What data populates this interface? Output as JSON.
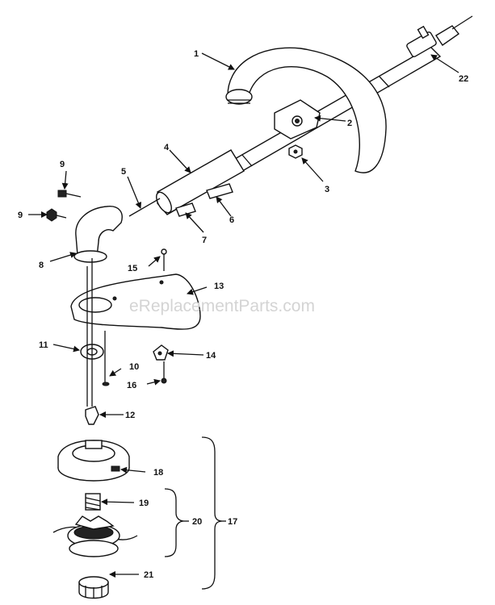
{
  "watermark": "eReplacementParts.com",
  "callouts": [
    {
      "id": "p1",
      "text": "1"
    },
    {
      "id": "p2",
      "text": "2"
    },
    {
      "id": "p3",
      "text": "3"
    },
    {
      "id": "p4",
      "text": "4"
    },
    {
      "id": "p5",
      "text": "5"
    },
    {
      "id": "p6",
      "text": "6"
    },
    {
      "id": "p7",
      "text": "7"
    },
    {
      "id": "p8",
      "text": "8"
    },
    {
      "id": "p9a",
      "text": "9"
    },
    {
      "id": "p9b",
      "text": "9"
    },
    {
      "id": "p10",
      "text": "10"
    },
    {
      "id": "p11",
      "text": "11"
    },
    {
      "id": "p12",
      "text": "12"
    },
    {
      "id": "p13",
      "text": "13"
    },
    {
      "id": "p14",
      "text": "14"
    },
    {
      "id": "p15",
      "text": "15"
    },
    {
      "id": "p16",
      "text": "16"
    },
    {
      "id": "p17",
      "text": "17"
    },
    {
      "id": "p18",
      "text": "18"
    },
    {
      "id": "p19",
      "text": "19"
    },
    {
      "id": "p20",
      "text": "20"
    },
    {
      "id": "p21",
      "text": "21"
    },
    {
      "id": "p22",
      "text": "22"
    }
  ]
}
